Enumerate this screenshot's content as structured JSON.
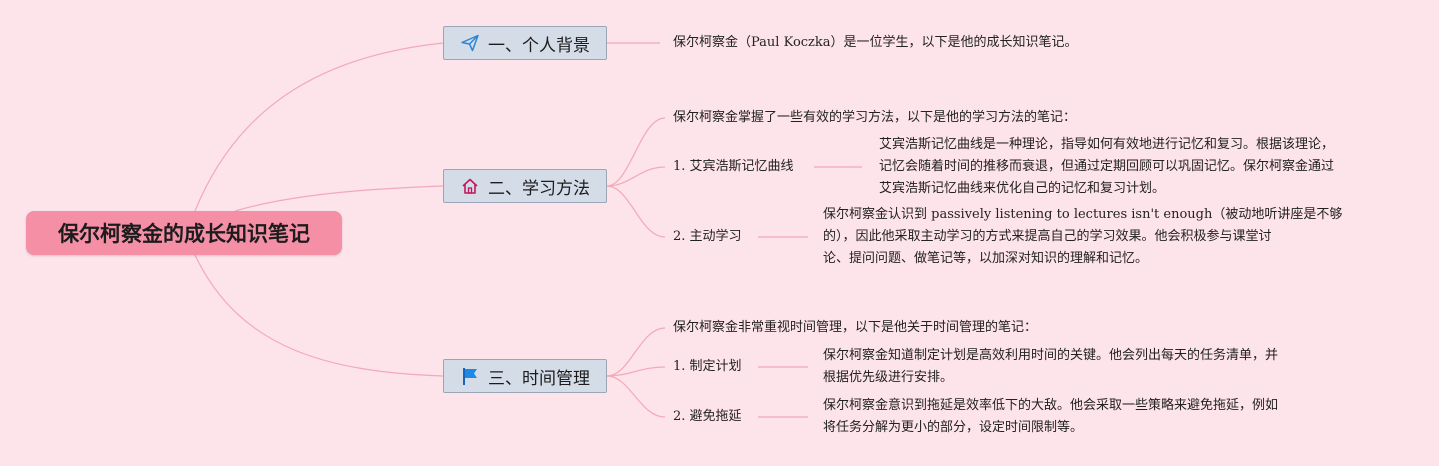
{
  "root": {
    "label": "保尔柯察金的成长知识笔记"
  },
  "branches": [
    {
      "label": "一、个人背景",
      "icon": "paper-plane-icon",
      "intro": "保尔柯察金（Paul Koczka）是一位学生，以下是他的成长知识笔记。"
    },
    {
      "label": "二、学习方法",
      "icon": "home-icon",
      "intro": "保尔柯察金掌握了一些有效的学习方法，以下是他的学习方法的笔记：",
      "items": [
        {
          "label": "1. 艾宾浩斯记忆曲线",
          "detail": [
            "艾宾浩斯记忆曲线是一种理论，指导如何有效地进行记忆和复习。根据该理论，",
            "记忆会随着时间的推移而衰退，但通过定期回顾可以巩固记忆。保尔柯察金通过",
            "艾宾浩斯记忆曲线来优化自己的记忆和复习计划。"
          ]
        },
        {
          "label": "2. 主动学习",
          "detail": [
            "保尔柯察金认识到 passively listening to lectures isn't enough（被动地听讲座是不够",
            "的），因此他采取主动学习的方式来提高自己的学习效果。他会积极参与课堂讨",
            "论、提问问题、做笔记等，以加深对知识的理解和记忆。"
          ]
        }
      ]
    },
    {
      "label": "三、时间管理",
      "icon": "flag-icon",
      "intro": "保尔柯察金非常重视时间管理，以下是他关于时间管理的笔记：",
      "items": [
        {
          "label": "1. 制定计划",
          "detail": [
            "保尔柯察金知道制定计划是高效利用时间的关键。他会列出每天的任务清单，并",
            "根据优先级进行安排。"
          ]
        },
        {
          "label": "2. 避免拖延",
          "detail": [
            "保尔柯察金意识到拖延是效率低下的大敌。他会采取一些策略来避免拖延，例如",
            "将任务分解为更小的部分，设定时间限制等。"
          ]
        }
      ]
    }
  ],
  "colors": {
    "background": "#fde3ea",
    "root": "#f48fa6",
    "branch": "#d4dce8",
    "connector": "#f2a9bb"
  }
}
